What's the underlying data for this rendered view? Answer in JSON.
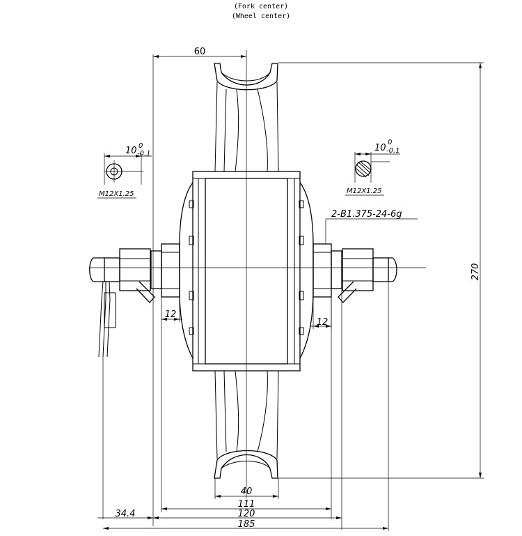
{
  "header": {
    "fork_center": "(Fork center)",
    "wheel_center": "(Wheel center)"
  },
  "dimensions": {
    "rim_width": "60",
    "tolerance_left": "10",
    "tolerance_left_sup": "0",
    "tolerance_left_sub": "-0.1",
    "thread_left": "M12X1.25",
    "tolerance_right": "10",
    "tolerance_right_sup": "0",
    "tolerance_right_sub": "-0.1",
    "thread_right": "M12X1.25",
    "bearing_thread": "2-B1.375-24-6g",
    "height": "270",
    "left_12": "12",
    "right_12": "12",
    "hub_40": "40",
    "d111": "111",
    "d120": "120",
    "d185": "185",
    "d34_4": "34.4"
  }
}
